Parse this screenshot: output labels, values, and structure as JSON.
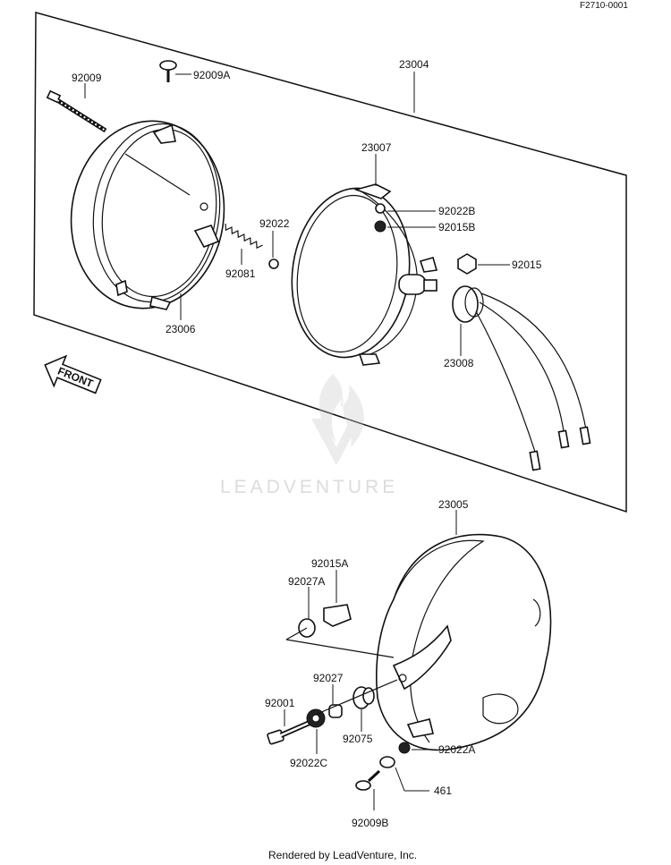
{
  "diagram_code": "F2710-0001",
  "watermark": "LEADVENTURE",
  "footer": "Rendered by LeadVenture, Inc.",
  "front_label": "FRONT",
  "parts": {
    "p23004": "23004",
    "p23005": "23005",
    "p23006": "23006",
    "p23007": "23007",
    "p23008": "23008",
    "p92009": "92009",
    "p92009A": "92009A",
    "p92009B": "92009B",
    "p92022": "92022",
    "p92022A": "92022A",
    "p92022B": "92022B",
    "p92022C": "92022C",
    "p92015": "92015",
    "p92015A": "92015A",
    "p92015B": "92015B",
    "p92081": "92081",
    "p92027": "92027",
    "p92027A": "92027A",
    "p92001": "92001",
    "p92075": "92075",
    "p461": "461"
  }
}
